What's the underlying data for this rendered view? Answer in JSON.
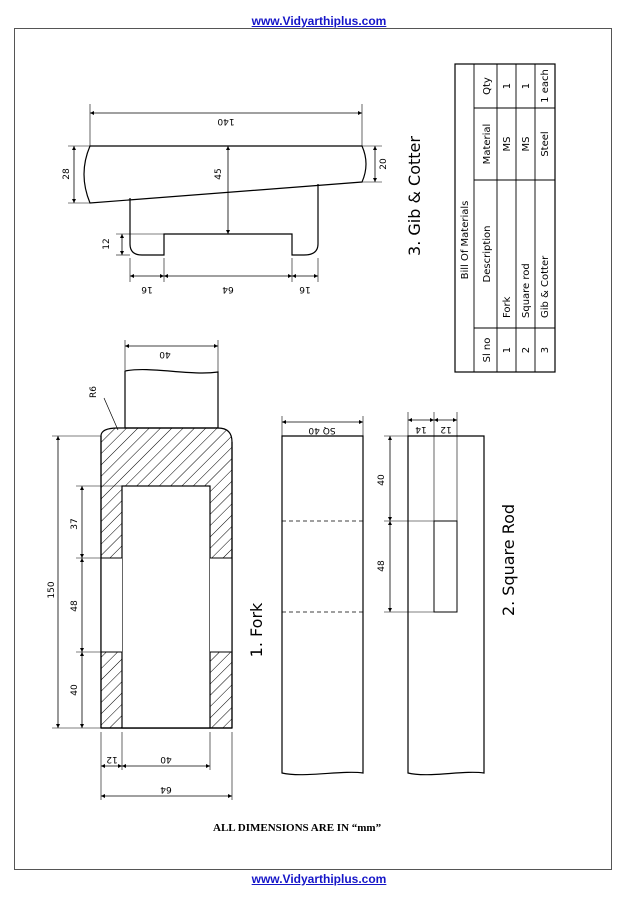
{
  "header": {
    "site": "www.Vidyarthiplus.com"
  },
  "footer": {
    "site": "www.Vidyarthiplus.com"
  },
  "note": "ALL DIMENSIONS ARE IN “mm”",
  "drawing": {
    "fork": {
      "title": "1. Fork",
      "dims": {
        "overall_length": "150",
        "top_len": "37",
        "mid_len": "48",
        "bot_len": "40",
        "shank_width": "40",
        "radius": "R6",
        "wall": "12",
        "inner": "40",
        "outer_width": "64"
      }
    },
    "square_rod": {
      "title": "2. Square Rod",
      "dims": {
        "size": "SQ 40",
        "a": "14",
        "b": "12",
        "c": "40",
        "d": "48"
      }
    },
    "gib_cotter": {
      "title": "3. Gib & Cotter",
      "dims": {
        "length": "140",
        "width": "28",
        "taper": "45",
        "end": "20",
        "thickness": "12",
        "left": "16",
        "mid": "64",
        "right": "16"
      }
    },
    "bom": {
      "title": "Bill Of Materials",
      "headers": [
        "Sl no",
        "Description",
        "Material",
        "Qty"
      ],
      "rows": [
        [
          "1",
          "Fork",
          "MS",
          "1"
        ],
        [
          "2",
          "Square rod",
          "MS",
          "1"
        ],
        [
          "3",
          "Gib & Cotter",
          "Steel",
          "1 each"
        ]
      ]
    }
  }
}
